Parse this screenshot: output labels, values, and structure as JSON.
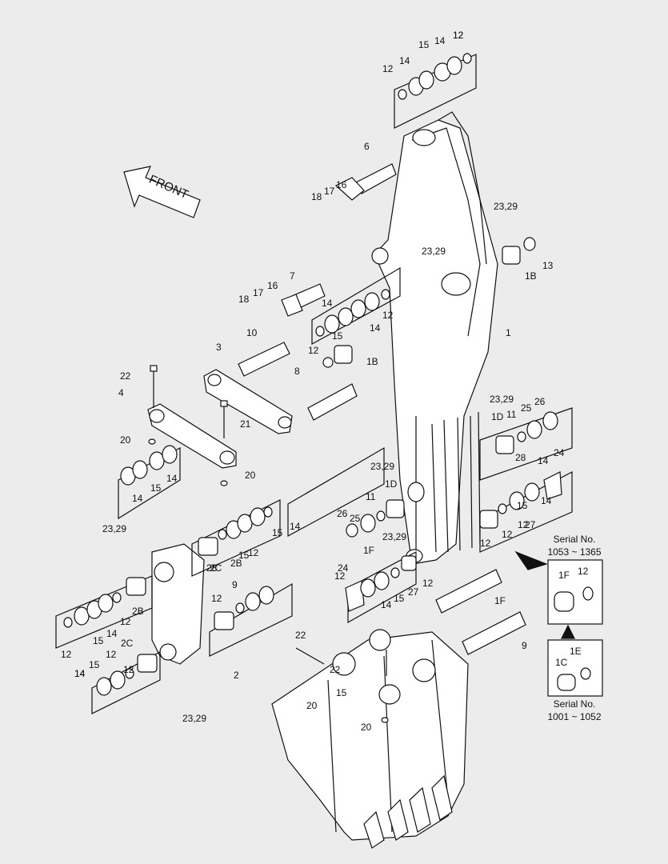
{
  "front_label": "FRONT",
  "serial_boxes": [
    {
      "caption": "Serial No.",
      "range": "1053 ~ 1365",
      "parts": [
        "1F",
        "12"
      ]
    },
    {
      "caption": "Serial No.",
      "range": "1001 ~ 1052",
      "parts": [
        "1E",
        "1C"
      ]
    }
  ],
  "labels": [
    "12",
    "15",
    "14",
    "12",
    "14",
    "12",
    "6",
    "18",
    "17",
    "16",
    "23,29",
    "13",
    "1B",
    "23,29",
    "7",
    "18",
    "17",
    "16",
    "14",
    "15",
    "14",
    "12",
    "12",
    "1B",
    "10",
    "3",
    "22",
    "8",
    "1",
    "4",
    "21",
    "23,29",
    "1D",
    "11",
    "25",
    "26",
    "20",
    "14",
    "15",
    "14",
    "20",
    "23,29",
    "23,29",
    "28",
    "14",
    "24",
    "1D",
    "11",
    "25",
    "26",
    "12",
    "14",
    "15",
    "12",
    "23,29",
    "27",
    "15",
    "12",
    "1F",
    "28",
    "2B",
    "12",
    "15",
    "14",
    "12",
    "24",
    "14",
    "15",
    "27",
    "12",
    "1F",
    "9",
    "12",
    "2C",
    "2B",
    "15",
    "14",
    "12",
    "12",
    "12",
    "14",
    "15",
    "2C",
    "12",
    "9",
    "22",
    "15",
    "14",
    "22",
    "2",
    "20",
    "20",
    "23,29"
  ]
}
